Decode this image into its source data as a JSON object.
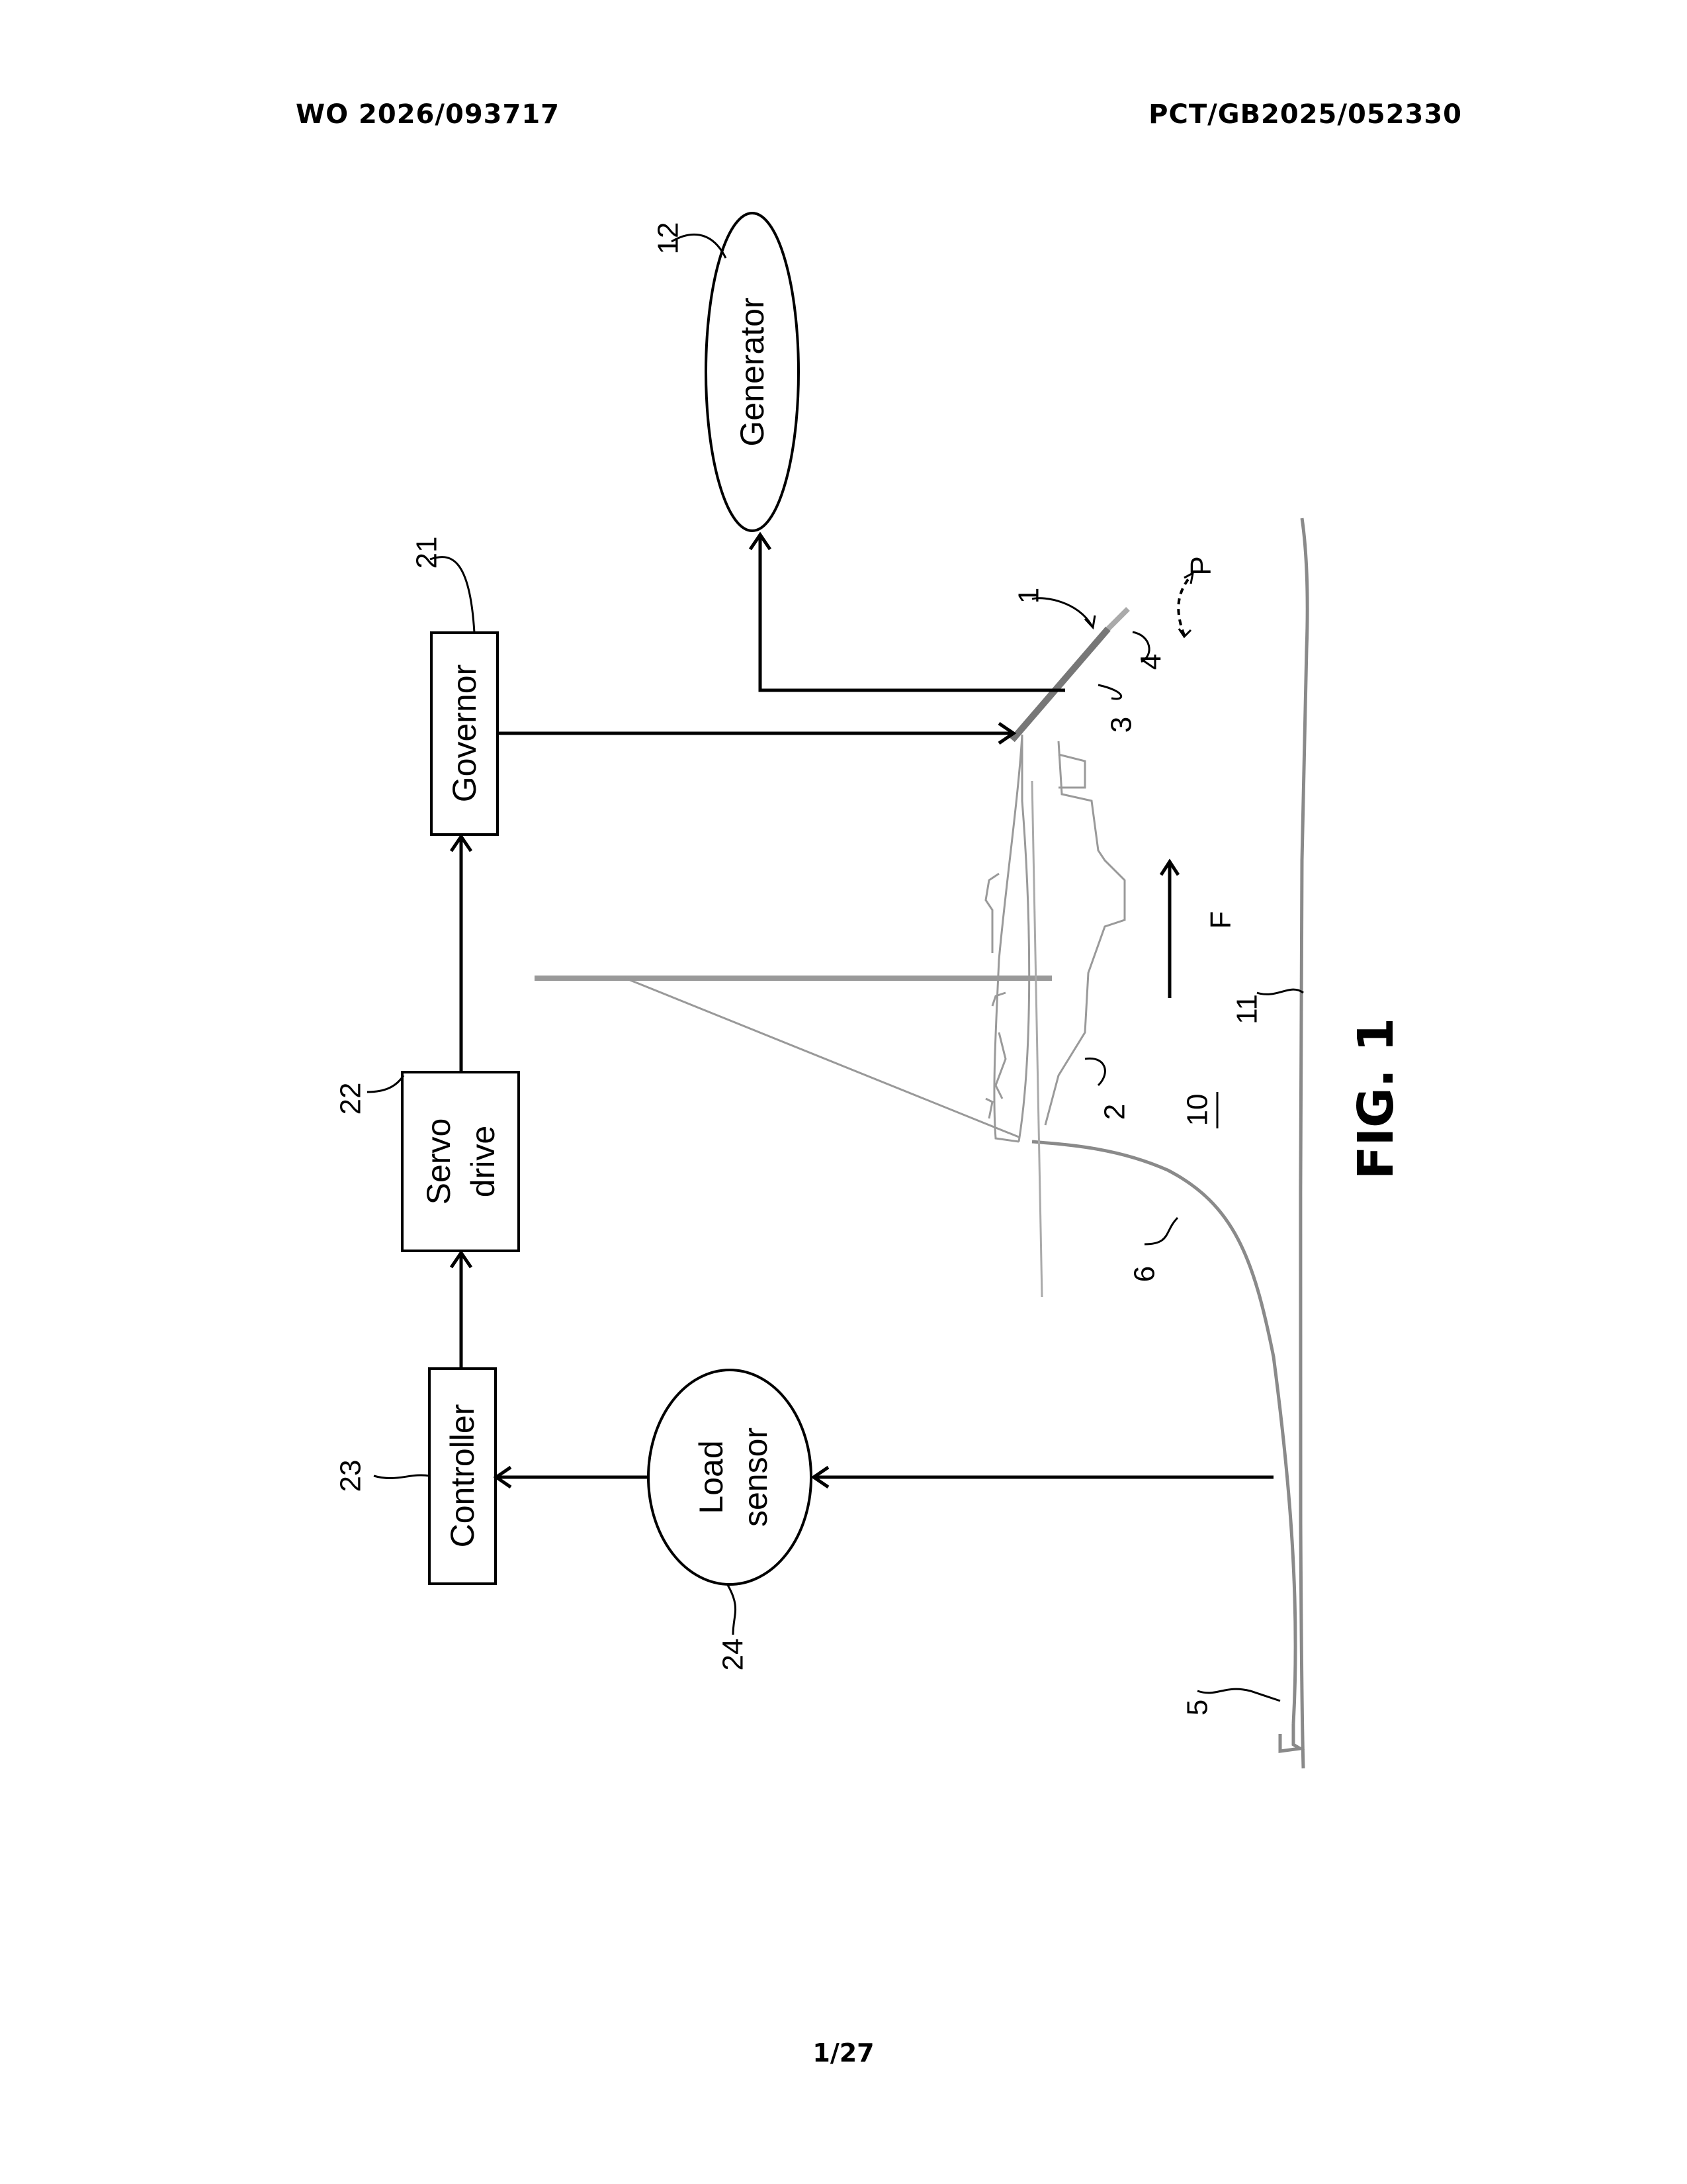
{
  "header": {
    "publication_number": "WO 2026/093717",
    "application_number": "PCT/GB2025/052330"
  },
  "footer": {
    "page": "1/27"
  },
  "figure": {
    "caption": "FIG. 1",
    "blocks": {
      "generator": "Generator",
      "governor": "Governor",
      "servo_line1": "Servo",
      "servo_line2": "drive",
      "controller": "Controller",
      "load_line1": "Load",
      "load_line2": "sensor"
    },
    "refs": {
      "r1": "1",
      "r2": "2",
      "r3": "3",
      "r4": "4",
      "r5": "5",
      "r6": "6",
      "r10": "10",
      "r11": "11",
      "r12": "12",
      "r21": "21",
      "r22": "22",
      "r23": "23",
      "r24": "24",
      "force": "F",
      "pitch": "P"
    }
  }
}
